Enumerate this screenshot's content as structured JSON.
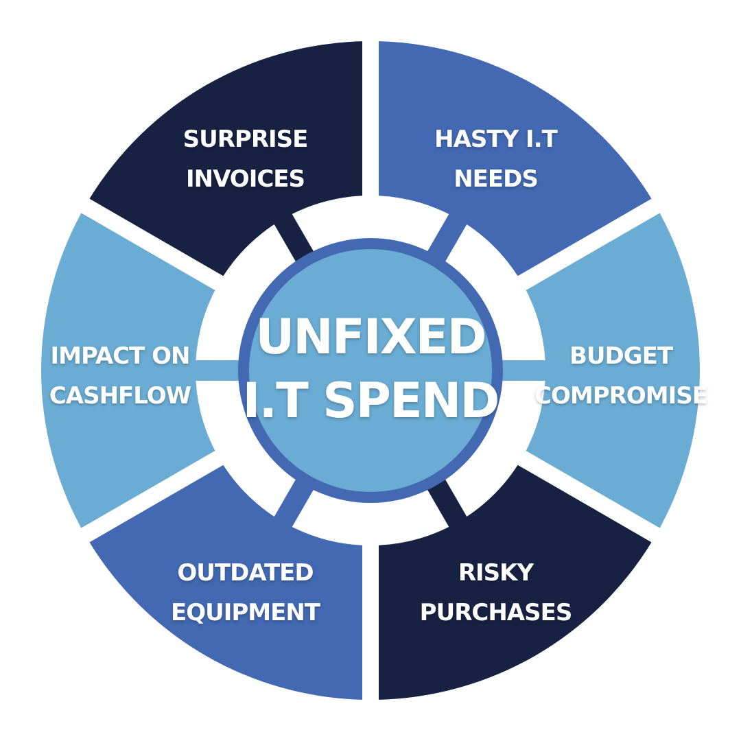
{
  "center": {
    "line1": "UNFIXED",
    "line2": "I.T SPEND",
    "fill": "#6aacd3",
    "ring": "#4269b2"
  },
  "colors": {
    "navy": "#172142",
    "mid_blue": "#4269b2",
    "light_blue": "#6aacd3"
  },
  "segments": [
    {
      "id": "hasty-it-needs",
      "line1": "HASTY I.T",
      "line2": "NEEDS",
      "color": "#4269b2"
    },
    {
      "id": "budget-compromise",
      "line1": "BUDGET",
      "line2": "COMPROMISE",
      "color": "#6aacd3"
    },
    {
      "id": "risky-purchases",
      "line1": "RISKY",
      "line2": "PURCHASES",
      "color": "#172142"
    },
    {
      "id": "outdated-equipment",
      "line1": "OUTDATED",
      "line2": "EQUIPMENT",
      "color": "#4269b2"
    },
    {
      "id": "impact-on-cashflow",
      "line1": "IMPACT ON",
      "line2": "CASHFLOW",
      "color": "#6aacd3"
    },
    {
      "id": "surprise-invoices",
      "line1": "SURPRISE",
      "line2": "INVOICES",
      "color": "#172142"
    }
  ]
}
